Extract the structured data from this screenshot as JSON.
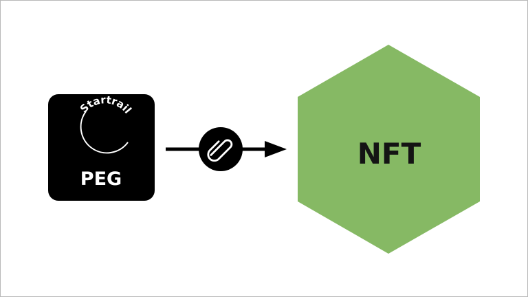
{
  "source": {
    "brand_text": "Startrail",
    "label": "PEG",
    "icon": "startrail-logo",
    "background_color": "#000000"
  },
  "connector": {
    "icon": "paperclip-icon",
    "arrow_color": "#000000"
  },
  "target": {
    "label": "NFT",
    "shape": "hexagon",
    "fill_color": "#86b964",
    "text_color": "#141414"
  }
}
